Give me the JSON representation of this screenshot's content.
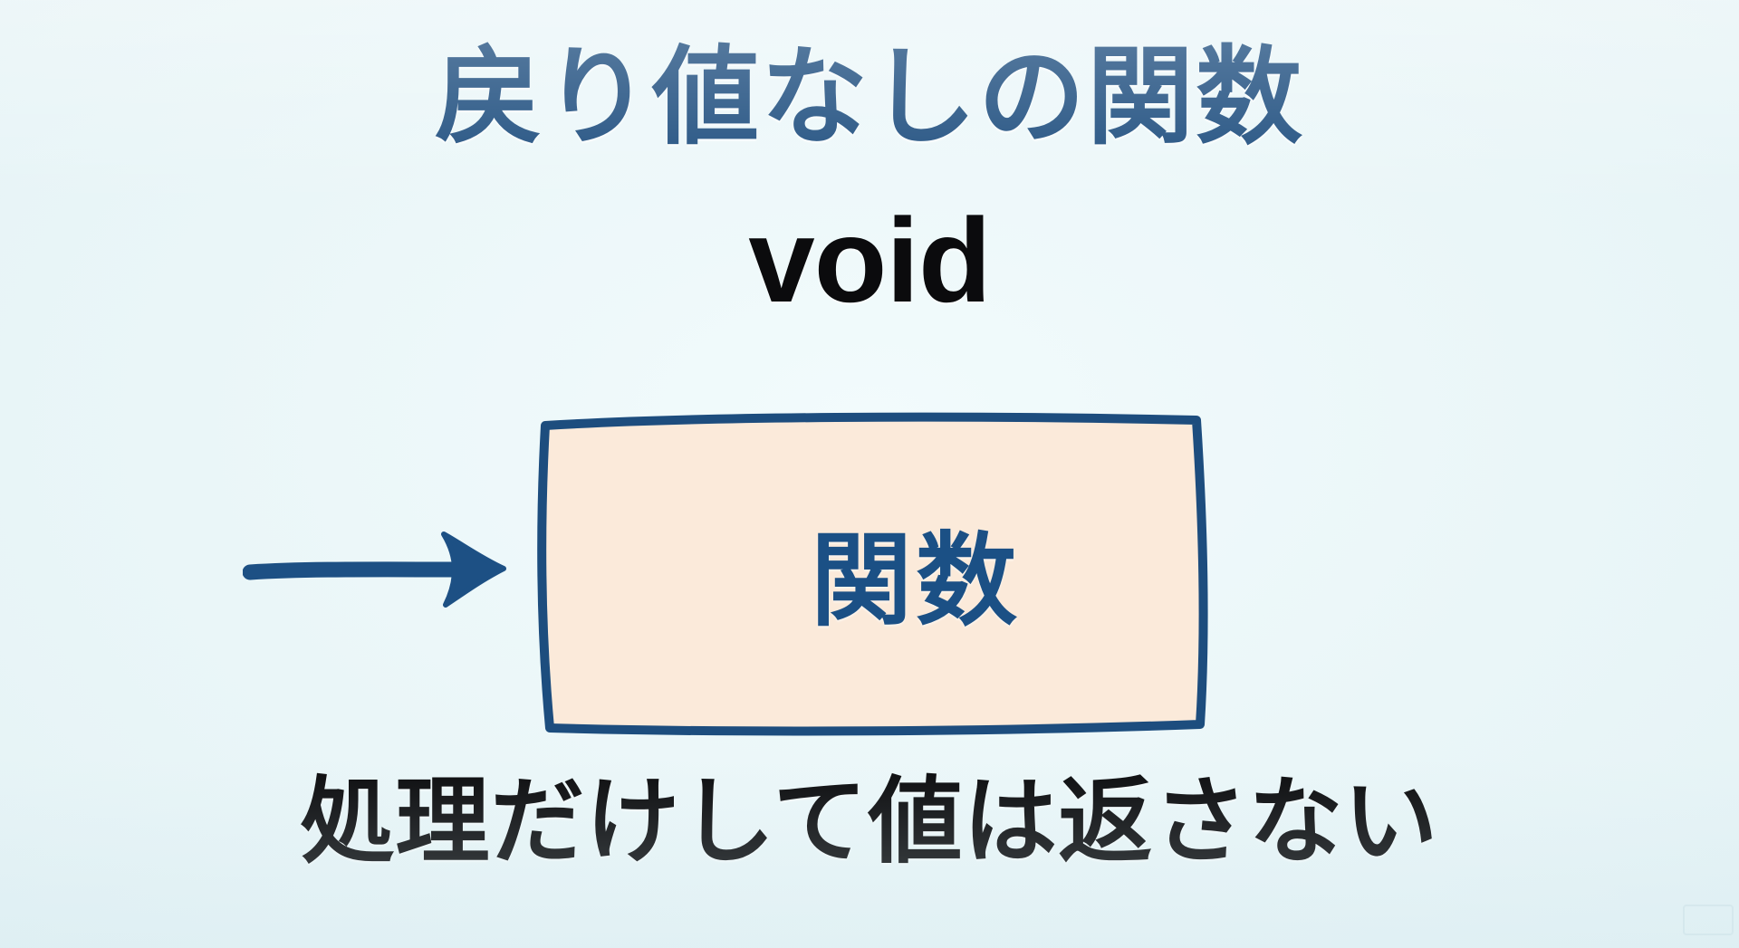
{
  "slide": {
    "background_color": "#eaf6f8",
    "title": "戻り値なしの関数",
    "title_color": "#1d4d7e",
    "keyword": "void",
    "keyword_color": "#0b0b0d",
    "caption": "処理だけして値は返さない",
    "caption_color": "#0b0b0d"
  },
  "diagram": {
    "box": {
      "label": "関数",
      "fill_color": "#fbeada",
      "stroke_color": "#1d4d7e",
      "label_color": "#1b5085"
    },
    "arrow": {
      "name": "input-arrow",
      "direction": "right",
      "color": "#1d5084"
    }
  }
}
